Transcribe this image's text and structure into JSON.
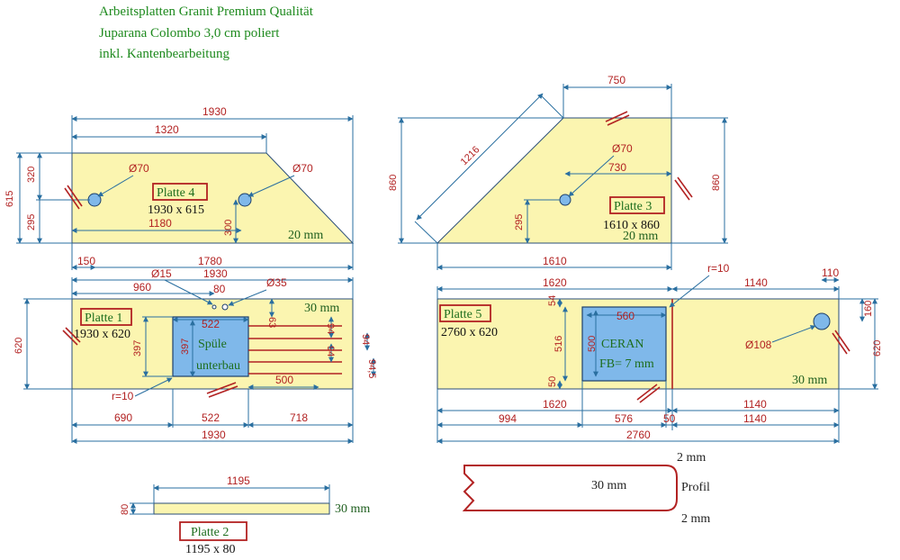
{
  "header": {
    "line1": "Arbeitsplatten Granit Premium Qualität",
    "line2": "Juparana Colombo 3,0 cm poliert",
    "line3": "inkl. Kantenbearbeitung"
  },
  "plates": {
    "p4": {
      "name": "Platte 4",
      "size": "1930 x 615",
      "thickness": "20 mm"
    },
    "p3": {
      "name": "Platte 3",
      "size": "1610 x 860",
      "thickness": "20 mm"
    },
    "p1": {
      "name": "Platte 1",
      "size": "1930 x 620",
      "thickness": "30 mm",
      "sink1": "Spüle",
      "sink2": "unterbau"
    },
    "p5": {
      "name": "Platte 5",
      "size": "2760 x 620",
      "thickness": "30 mm",
      "cooktop": "CERAN",
      "fb": "FB= 7 mm"
    },
    "p2": {
      "name": "Platte 2",
      "size": "1195 x 80",
      "thickness": "30 mm"
    }
  },
  "dims": {
    "p4": {
      "top": "1930",
      "top2": "1320",
      "left_total": "615",
      "left_upper": "320",
      "left_lower": "295",
      "hole_left": "Ø70",
      "hole_right": "Ø70",
      "inner": "1180",
      "vert": "300",
      "b1": "150",
      "b2": "1780"
    },
    "p3": {
      "top": "750",
      "diag": "1216",
      "left": "860",
      "right": "860",
      "hole": "Ø70",
      "h_off": "730",
      "v_off": "295",
      "bottom": "1610"
    },
    "p1": {
      "top": "1930",
      "d960": "960",
      "d15": "Ø15",
      "d80": "80",
      "d35": "Ø35",
      "d522t": "522",
      "d63": "63",
      "d94a": "94",
      "d94b": "94",
      "d94c": "94",
      "d94d": "94,5",
      "d397a": "397",
      "d397b": "397",
      "d500": "500",
      "height": "620",
      "r": "r=10",
      "b690": "690",
      "b522": "522",
      "b718": "718",
      "b1930": "1930"
    },
    "p5": {
      "top1620": "1620",
      "r": "r=10",
      "top1140": "1140",
      "d110": "110",
      "d160": "160",
      "d560": "560",
      "d54": "54",
      "d516": "516",
      "d500": "500",
      "d50v": "50",
      "hole": "Ø108",
      "height": "620",
      "b1620": "1620",
      "b1140": "1140",
      "b994": "994",
      "b576": "576",
      "b50": "50",
      "b1140b": "1140",
      "b2760": "2760"
    },
    "p2": {
      "top": "1195",
      "h": "80"
    }
  },
  "profile": {
    "thickness": "30 mm",
    "edge_top": "2 mm",
    "label": "Profil",
    "edge_bottom": "2 mm"
  }
}
